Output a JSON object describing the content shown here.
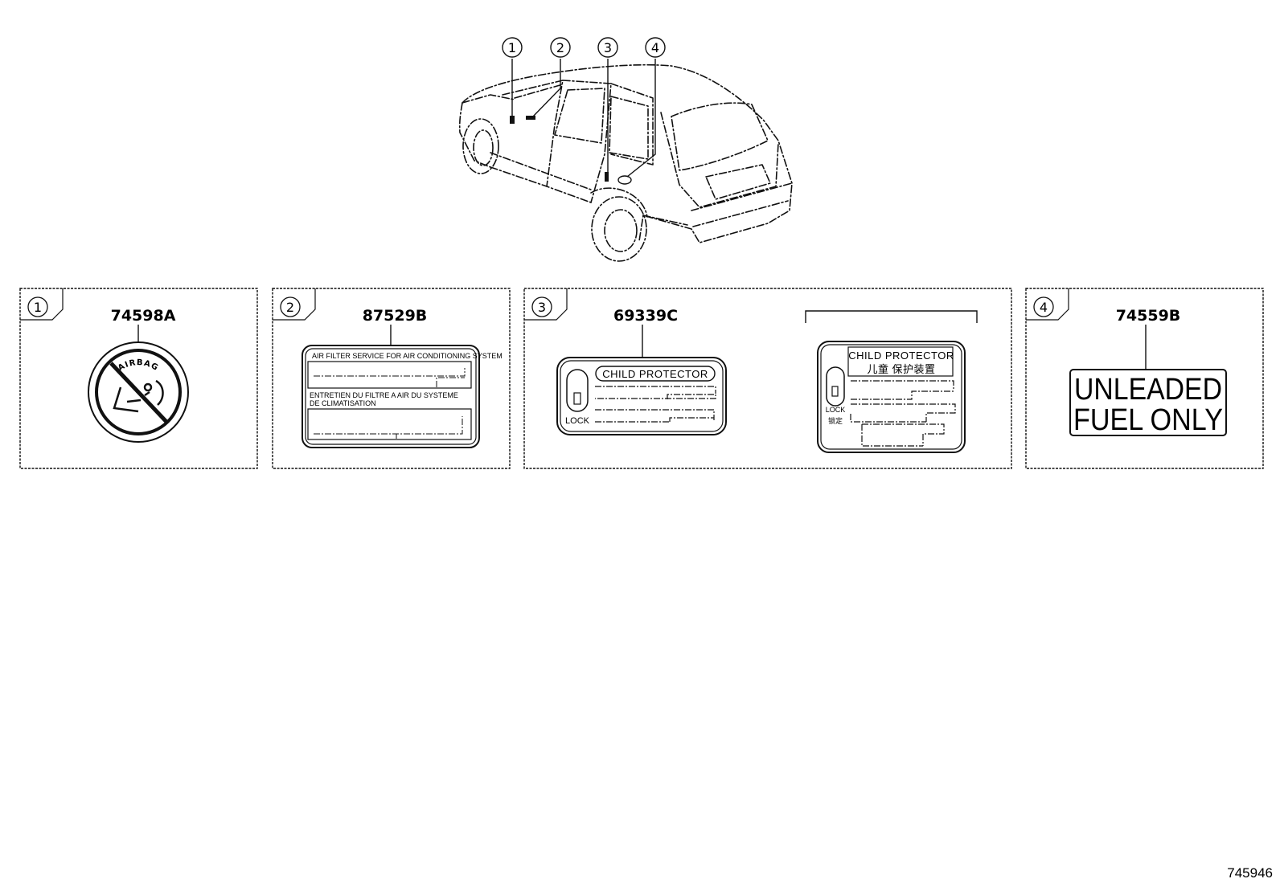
{
  "callouts": [
    "1",
    "2",
    "3",
    "4"
  ],
  "panels": [
    {
      "index": "1",
      "part_number": "74598A",
      "label_text": "AIRBAG"
    },
    {
      "index": "2",
      "part_number": "87529B",
      "line1": "AIR FILTER SERVICE FOR AIR CONDITIONING SYSTEM",
      "line2": "ENTRETIEN DU FILTRE A AIR DU SYSTEME",
      "line3": "DE CLIMATISATION"
    },
    {
      "index": "3",
      "part_number": "69339C",
      "label_a_title": "CHILD PROTECTOR",
      "label_a_lock": "LOCK",
      "label_b_title": "CHILD PROTECTOR",
      "label_b_subtitle": "儿童 保护装置",
      "label_b_lock": "LOCK",
      "label_b_lock_cn": "锁定"
    },
    {
      "index": "4",
      "part_number": "74559B",
      "line1": "UNLEADED",
      "line2": "FUEL ONLY"
    }
  ],
  "diagram_code": "745946"
}
